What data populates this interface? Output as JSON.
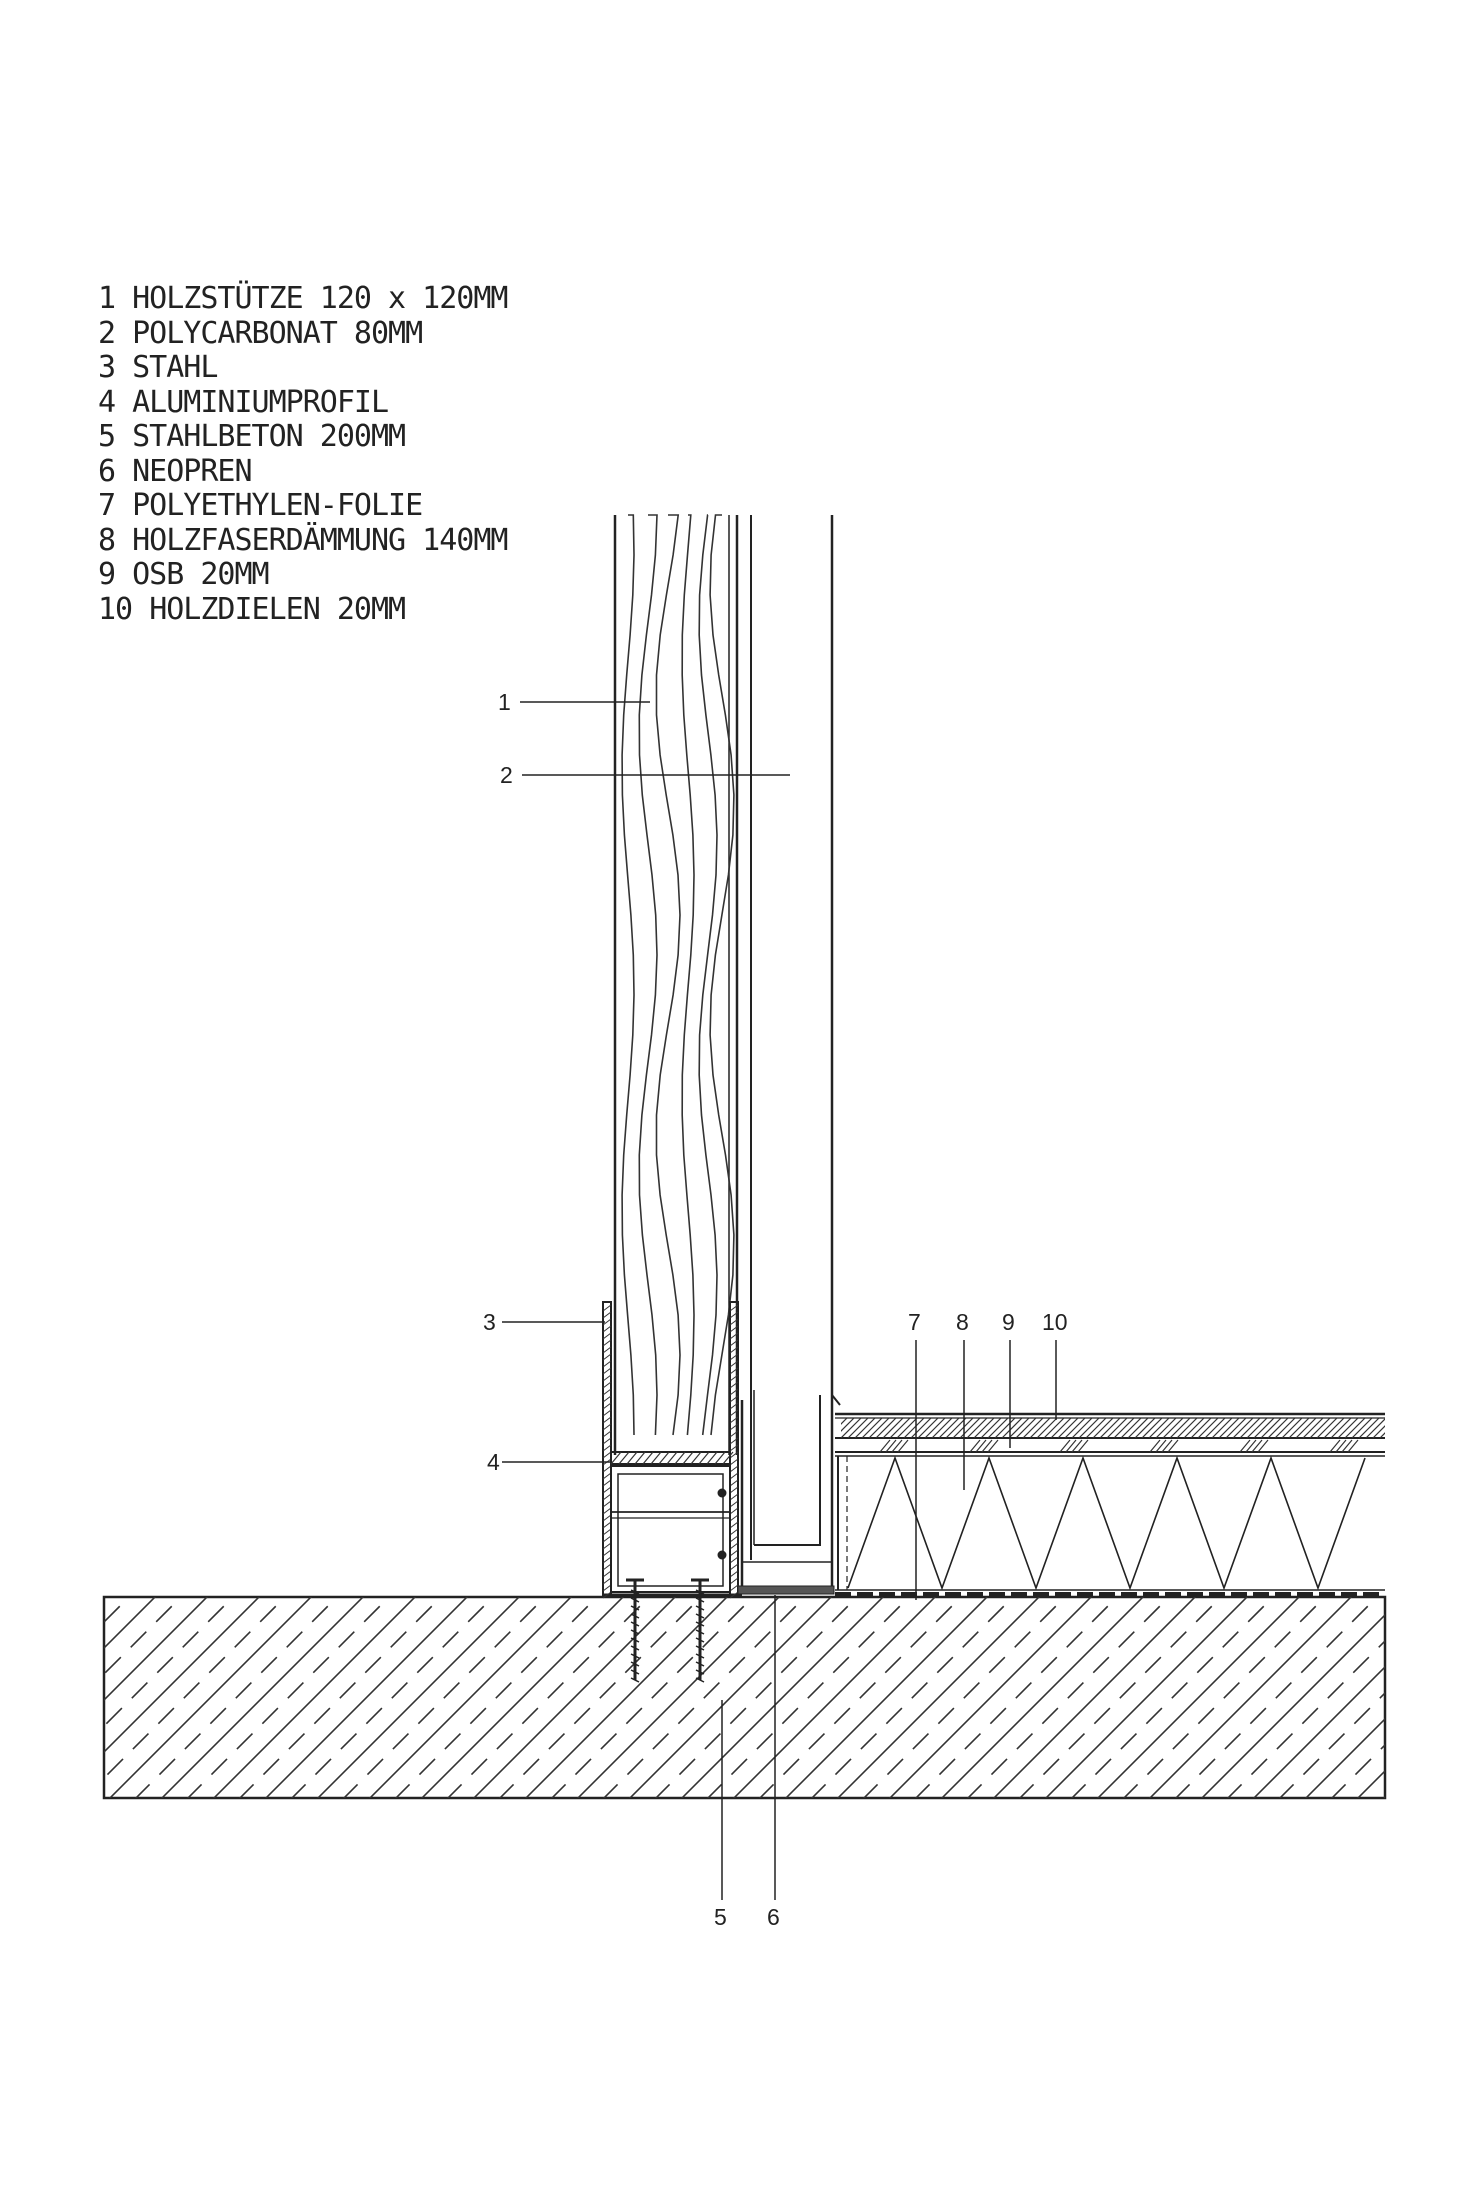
{
  "legend": [
    {
      "num": "1",
      "text": "HOLZSTÜTZE 120 x 120MM"
    },
    {
      "num": "2",
      "text": "POLYCARBONAT 80MM"
    },
    {
      "num": "3",
      "text": "STAHL"
    },
    {
      "num": "4",
      "text": "ALUMINIUMPROFIL"
    },
    {
      "num": "5",
      "text": "STAHLBETON 200MM"
    },
    {
      "num": "6",
      "text": "NEOPREN"
    },
    {
      "num": "7",
      "text": "POLYETHYLEN-FOLIE"
    },
    {
      "num": "8",
      "text": "HOLZFASERDÄMMUNG 140MM"
    },
    {
      "num": "9",
      "text": "OSB 20MM"
    },
    {
      "num": "10",
      "text": "HOLZDIELEN 20MM"
    }
  ],
  "callouts": {
    "c1": "1",
    "c2": "2",
    "c3": "3",
    "c4": "4",
    "c5": "5",
    "c6": "6",
    "c7": "7",
    "c8": "8",
    "c9": "9",
    "c10": "10"
  }
}
